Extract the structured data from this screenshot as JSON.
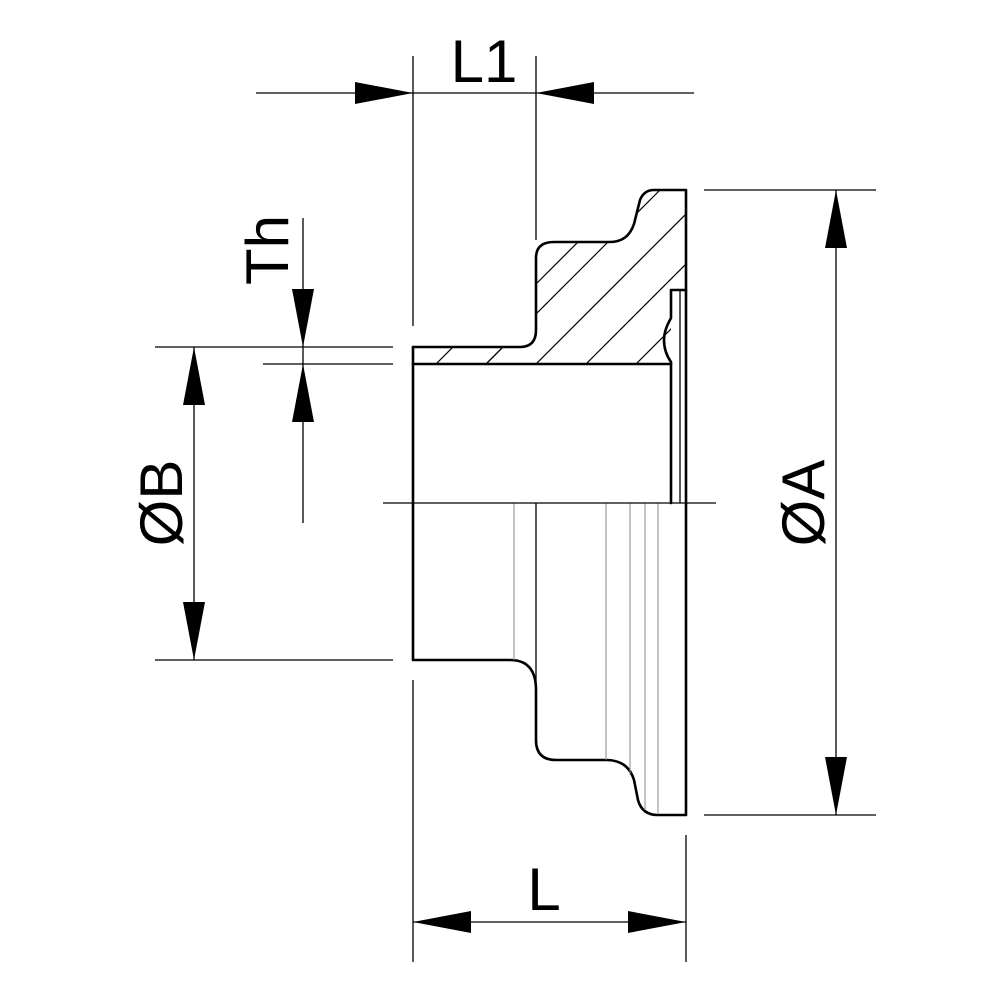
{
  "dimensions": {
    "L1": "L1",
    "L": "L",
    "Th": "Th",
    "B": "ØB",
    "A": "ØA"
  },
  "colors": {
    "line": "#000000",
    "background": "#ffffff"
  }
}
